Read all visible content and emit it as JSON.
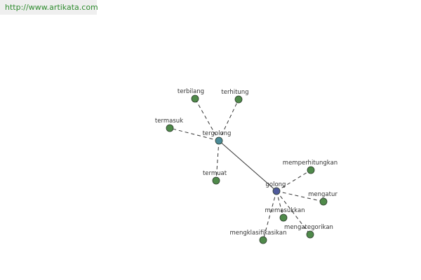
{
  "banner": {
    "url_text": "http://www.artikata.com"
  },
  "colors": {
    "leaf": "#4f8a4a",
    "hub_tergolong": "#4b8b98",
    "hub_golong": "#4f5a9c",
    "node_stroke": "#2b3b2b",
    "edge": "#333333",
    "banner_text": "#2e8b2e"
  },
  "graph": {
    "nodes": [
      {
        "id": "tergolong",
        "label": "tergolong",
        "role": "hub_tergolong"
      },
      {
        "id": "golong",
        "label": "golong",
        "role": "hub_golong"
      },
      {
        "id": "terbilang",
        "label": "terbilang",
        "role": "leaf"
      },
      {
        "id": "terhitung",
        "label": "terhitung",
        "role": "leaf"
      },
      {
        "id": "termasuk",
        "label": "termasuk",
        "role": "leaf"
      },
      {
        "id": "termuat",
        "label": "termuat",
        "role": "leaf"
      },
      {
        "id": "memperhitungkan",
        "label": "memperhitungkan",
        "role": "leaf"
      },
      {
        "id": "mengatur",
        "label": "mengatur",
        "role": "leaf"
      },
      {
        "id": "memasukkan",
        "label": "memasukkan",
        "role": "leaf"
      },
      {
        "id": "mengategorikan",
        "label": "mengategorikan",
        "role": "leaf"
      },
      {
        "id": "mengklasifikasikan",
        "label": "mengklasifikasikan",
        "role": "leaf"
      }
    ],
    "edges": [
      {
        "from": "tergolong",
        "to": "golong",
        "style": "solid"
      },
      {
        "from": "tergolong",
        "to": "terbilang",
        "style": "dashed"
      },
      {
        "from": "tergolong",
        "to": "terhitung",
        "style": "dashed"
      },
      {
        "from": "tergolong",
        "to": "termasuk",
        "style": "dashed"
      },
      {
        "from": "tergolong",
        "to": "termuat",
        "style": "dashed"
      },
      {
        "from": "golong",
        "to": "memperhitungkan",
        "style": "dashed"
      },
      {
        "from": "golong",
        "to": "mengatur",
        "style": "dashed"
      },
      {
        "from": "golong",
        "to": "memasukkan",
        "style": "dashed"
      },
      {
        "from": "golong",
        "to": "mengategorikan",
        "style": "dashed"
      },
      {
        "from": "golong",
        "to": "mengklasifikasikan",
        "style": "dashed"
      }
    ]
  }
}
